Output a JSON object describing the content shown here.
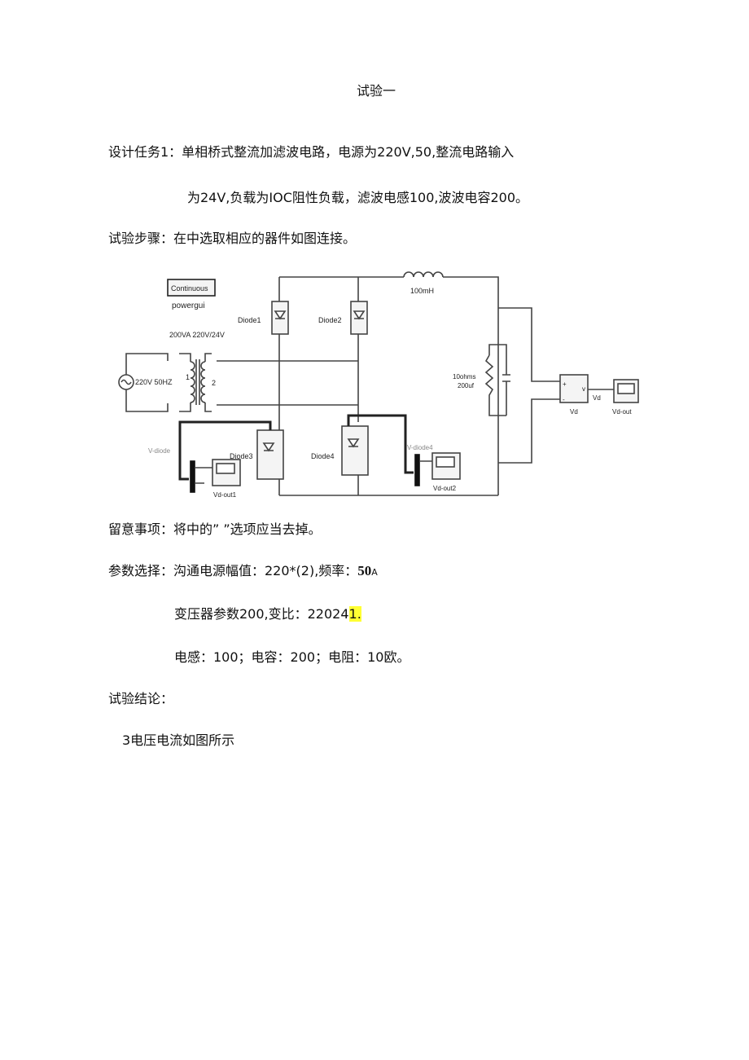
{
  "title": "试验一",
  "task_line1": "设计任务1：单相桥式整流加滤波电路，电源为220V,50,整流电路输入",
  "task_line2": "为24V,负载为IOC阻性负载，滤波电感100,波波电容200。",
  "steps": "试验步骤：在中选取相应的器件如图连接。",
  "diagram": {
    "powergui_box": "Continuous",
    "powergui_label": "powergui",
    "transformer_label": "200VA 220V/24V",
    "source_label": "220V 50HZ",
    "winding1": "1",
    "winding2": "2",
    "inductor_label": "100mH",
    "diode1": "Diode1",
    "diode2": "Diode2",
    "diode3": "Diode3",
    "diode4": "Diode4",
    "load_r": "10ohms",
    "load_c": "200uf",
    "vd_block": "Vd",
    "vd_signal": "Vd",
    "vd_scope": "Vd-out",
    "vdiode3": "V-diode",
    "vdiode4": "V-diode4",
    "vout1": "Vd-out1",
    "vout2": "Vd-out2",
    "plus": "+",
    "minus": "-",
    "v": "v"
  },
  "note": "留意事项：将中的”  ”选项应当去掉。",
  "params_label": "参数选择：沟通电源幅值：220*(2),频率：",
  "params_freq": "50",
  "params_freq_suffix": "A",
  "transformer_params": "变压器参数200,变比：22024",
  "transformer_params_hl": "1.",
  "component_params": "电感：100；电容：200；电阻：10欧。",
  "conclusion": "试验结论：",
  "conclusion_item": "3电压电流如图所示"
}
